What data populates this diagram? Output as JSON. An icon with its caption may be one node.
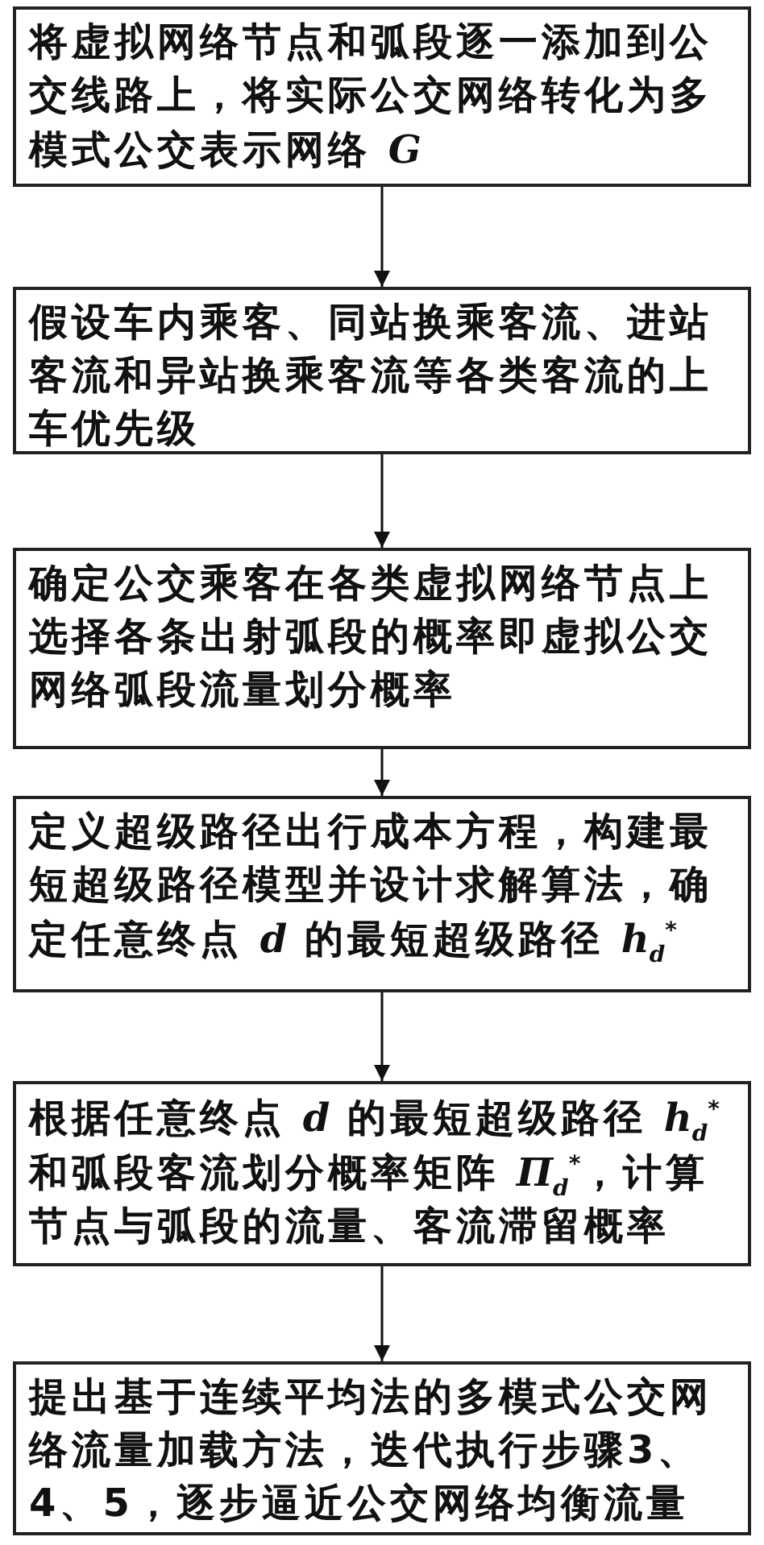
{
  "diagram": {
    "nodes": [
      {
        "text": [
          "将虚拟网络节点和弧段逐一添加到公交线路上，将实际公交网络转化为多模式公交表示网络 *G*"
        ]
      },
      {
        "text": [
          "假设车内乘客、同站换乘客流、进站客流和异站换乘客流等各类客流的上车优先级"
        ]
      },
      {
        "text": [
          "确定公交乘客在各类虚拟网络节点上选择各条出射弧段的概率即虚拟公交网络弧段流量划分概率"
        ]
      },
      {
        "text": [
          "定义超级路径出行成本方程，构建最短超级路径模型并设计求解算法，确定任意终点 *d* 的最短超级路径 *h*$_{d}$$^{*}$"
        ]
      },
      {
        "text": [
          "根据任意终点 *d* 的最短超级路径 *h*$_{d}$$^{*}$和弧段客流划分概率矩阵 *Π*$_{d}$$^{*}$，计算节点与弧段的流量、客流滞留概率"
        ]
      },
      {
        "text": [
          "提出基于连续平均法的多模式公交网络流量加载方法，迭代执行步骤3、4、5，逐步逼近公交网络均衡流量"
        ]
      }
    ],
    "edges": [
      {
        "from": 0,
        "to": 1,
        "arrow": "to"
      },
      {
        "from": 1,
        "to": 2,
        "arrow": "to"
      },
      {
        "from": 2,
        "to": 3,
        "arrow": "to"
      },
      {
        "from": 3,
        "to": 4,
        "arrow": "to"
      },
      {
        "from": 4,
        "to": 5,
        "arrow": "to"
      }
    ]
  }
}
